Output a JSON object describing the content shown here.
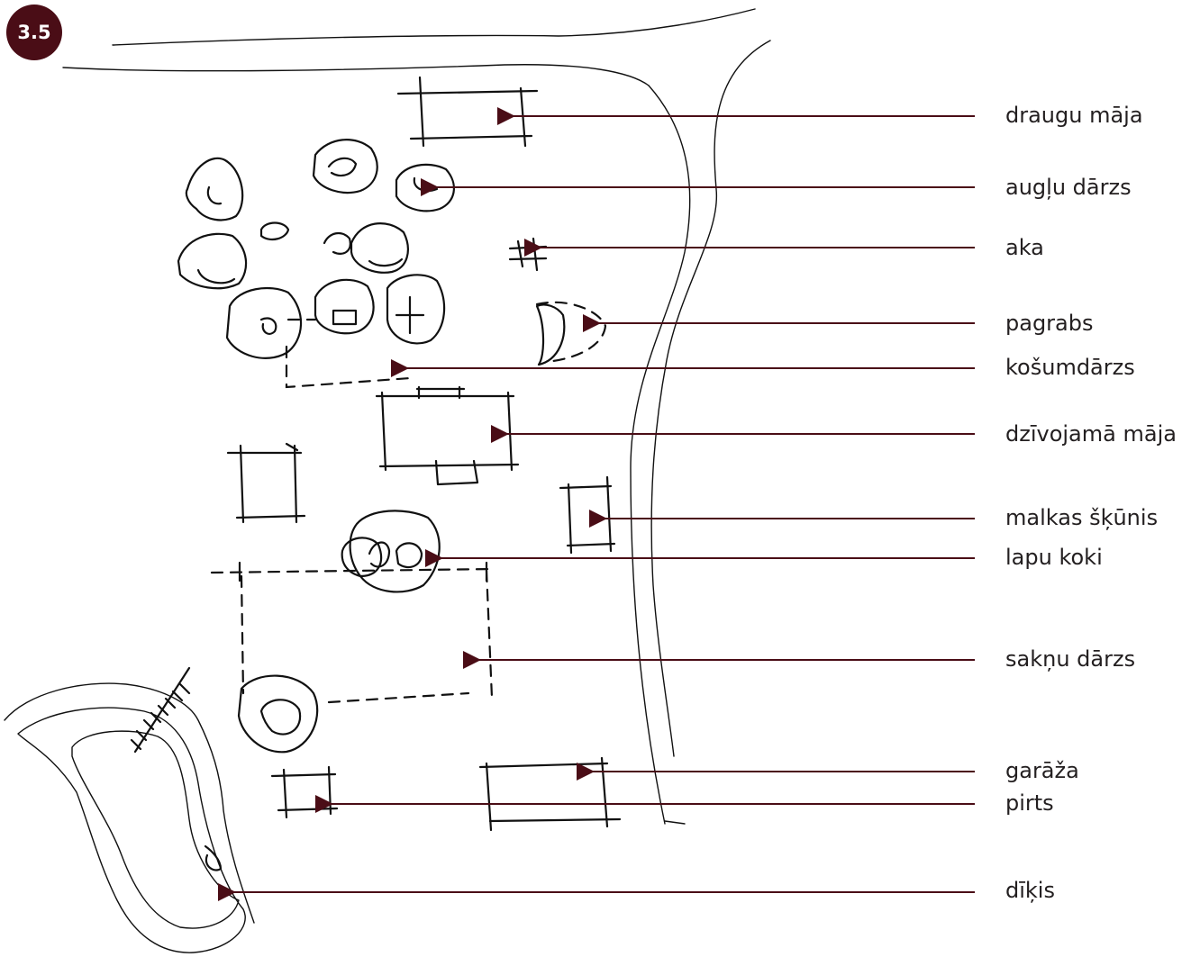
{
  "figure_number": "3.5",
  "accent_color": "#4a0d16",
  "labels": [
    {
      "id": "draugu",
      "text": "draugu māja",
      "target": "guest house"
    },
    {
      "id": "auglu",
      "text": "augļu dārzs",
      "target": "fruit tree cluster"
    },
    {
      "id": "aka",
      "text": "aka",
      "target": "well symbol"
    },
    {
      "id": "pagrabs",
      "text": "pagrabs",
      "target": "cellar mound"
    },
    {
      "id": "kosum",
      "text": "košumdārzs",
      "target": "dashed ornamental garden"
    },
    {
      "id": "dzivojama",
      "text": "dzīvojamā māja",
      "target": "main house"
    },
    {
      "id": "malkas",
      "text": "malkas šķūnis",
      "target": "woodshed"
    },
    {
      "id": "lapu",
      "text": "lapu koki",
      "target": "deciduous trees"
    },
    {
      "id": "saknu",
      "text": "sakņu dārzs",
      "target": "vegetable garden"
    },
    {
      "id": "garaza",
      "text": "garāža",
      "target": "garage"
    },
    {
      "id": "pirts",
      "text": "pirts",
      "target": "sauna"
    },
    {
      "id": "dikis",
      "text": "dīķis",
      "target": "pond"
    }
  ]
}
